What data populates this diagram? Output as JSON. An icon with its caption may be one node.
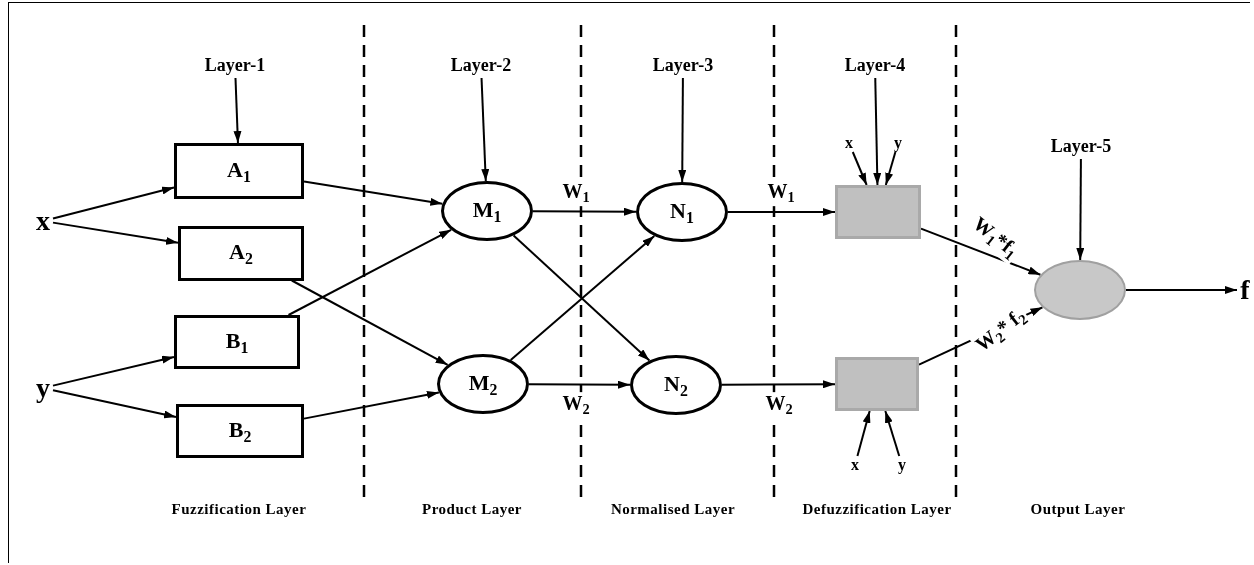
{
  "diagram": {
    "nodes": [
      {
        "text": [
          "Layer-1"
        ]
      },
      {
        "text": [
          "Layer-2"
        ]
      },
      {
        "text": [
          "Layer-3"
        ]
      },
      {
        "text": [
          "Layer-4"
        ]
      },
      {
        "text": [
          "Layer-5"
        ]
      },
      {
        "text": [
          "x"
        ]
      },
      {
        "text": [
          "y"
        ]
      },
      {
        "text": [
          "A$_{1}$"
        ]
      },
      {
        "text": [
          "A$_{2}$"
        ]
      },
      {
        "text": [
          "B$_{1}$"
        ]
      },
      {
        "text": [
          "B$_{2}$"
        ]
      },
      {
        "text": [
          "M$_{1}$"
        ]
      },
      {
        "text": [
          "M$_{2}$"
        ]
      },
      {
        "text": [
          "N$_{1}$"
        ]
      },
      {
        "text": [
          "N$_{2}$"
        ]
      },
      {
        "text": [],
        "shape": "box"
      },
      {
        "text": [],
        "shape": "box"
      },
      {
        "text": [],
        "shape": "circle"
      },
      {
        "text": [
          "f"
        ]
      },
      {
        "text": [
          "x"
        ]
      },
      {
        "text": [
          "y"
        ]
      },
      {
        "text": [
          "x"
        ]
      },
      {
        "text": [
          "y"
        ]
      }
    ],
    "edges": [
      {
        "from": 0,
        "to": 7,
        "arrow": "to"
      },
      {
        "from": 1,
        "to": 11,
        "arrow": "to"
      },
      {
        "from": 2,
        "to": 13,
        "arrow": "to"
      },
      {
        "from": 3,
        "to": 15,
        "arrow": "to"
      },
      {
        "from": 4,
        "to": 17,
        "arrow": "to"
      },
      {
        "from": 5,
        "to": 7,
        "arrow": "to"
      },
      {
        "from": 5,
        "to": 8,
        "arrow": "to"
      },
      {
        "from": 6,
        "to": 9,
        "arrow": "to"
      },
      {
        "from": 6,
        "to": 10,
        "arrow": "to"
      },
      {
        "from": 7,
        "to": 11,
        "arrow": "to"
      },
      {
        "from": 8,
        "to": 12,
        "arrow": "to"
      },
      {
        "from": 9,
        "to": 11,
        "arrow": "to"
      },
      {
        "from": 10,
        "to": 12,
        "arrow": "to"
      },
      {
        "from": 11,
        "to": 13,
        "arrow": "to",
        "label": "W$_{1}$"
      },
      {
        "from": 11,
        "to": 14,
        "arrow": "to"
      },
      {
        "from": 12,
        "to": 13,
        "arrow": "to"
      },
      {
        "from": 12,
        "to": 14,
        "arrow": "to",
        "label": "W$_{2}$"
      },
      {
        "from": 13,
        "to": 15,
        "arrow": "to",
        "label": "W$_{1}$"
      },
      {
        "from": 14,
        "to": 16,
        "arrow": "to",
        "label": "W$_{2}$"
      },
      {
        "from": 19,
        "to": 15,
        "arrow": "to"
      },
      {
        "from": 20,
        "to": 15,
        "arrow": "to"
      },
      {
        "from": 21,
        "to": 16,
        "arrow": "to"
      },
      {
        "from": 22,
        "to": 16,
        "arrow": "to"
      },
      {
        "from": 15,
        "to": 17,
        "arrow": "to",
        "label": "W$_{1}$*f$_{1}$"
      },
      {
        "from": 16,
        "to": 17,
        "arrow": "to",
        "label": "W$_{2}$* f$_{2}$"
      },
      {
        "from": 17,
        "to": 18,
        "arrow": "to"
      }
    ],
    "labels": [
      "Fuzzification Layer",
      "Product Layer",
      "Normalised Layer",
      "Defuzzification Layer",
      "Output Layer"
    ]
  }
}
